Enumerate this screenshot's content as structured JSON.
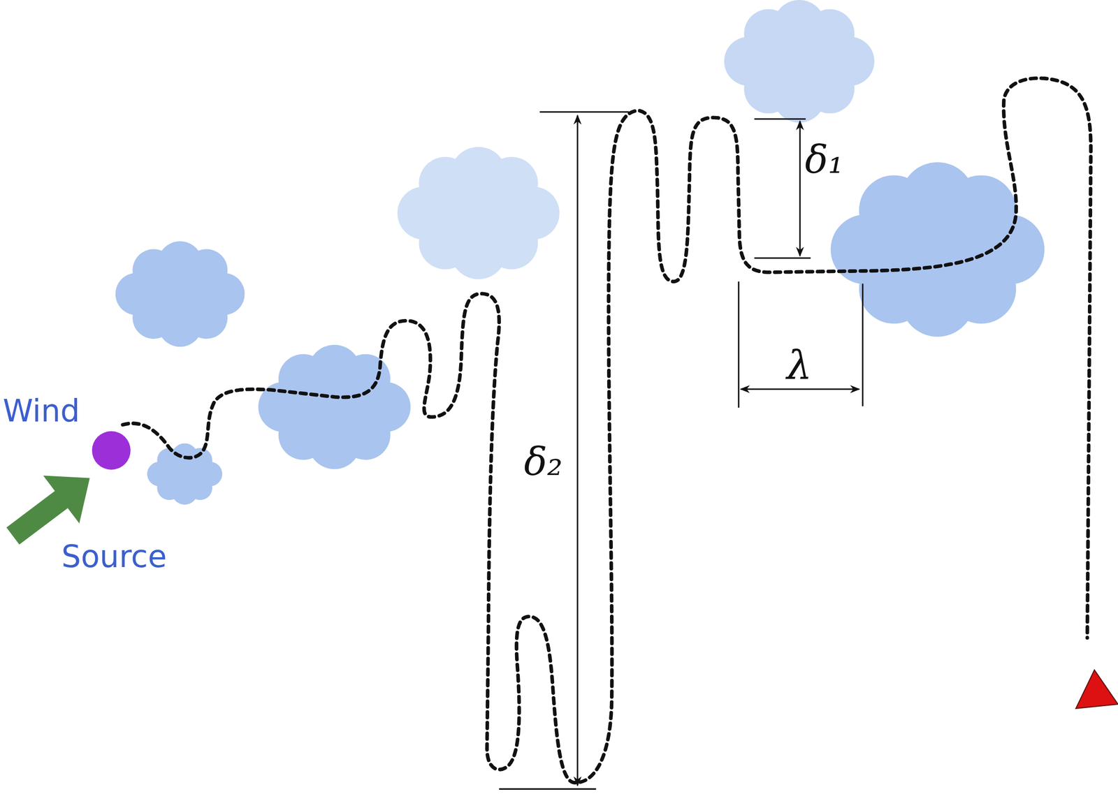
{
  "diagram": {
    "labels": [
      "Wind",
      "Source",
      "δ₂",
      "δ₁",
      "λ"
    ]
  }
}
